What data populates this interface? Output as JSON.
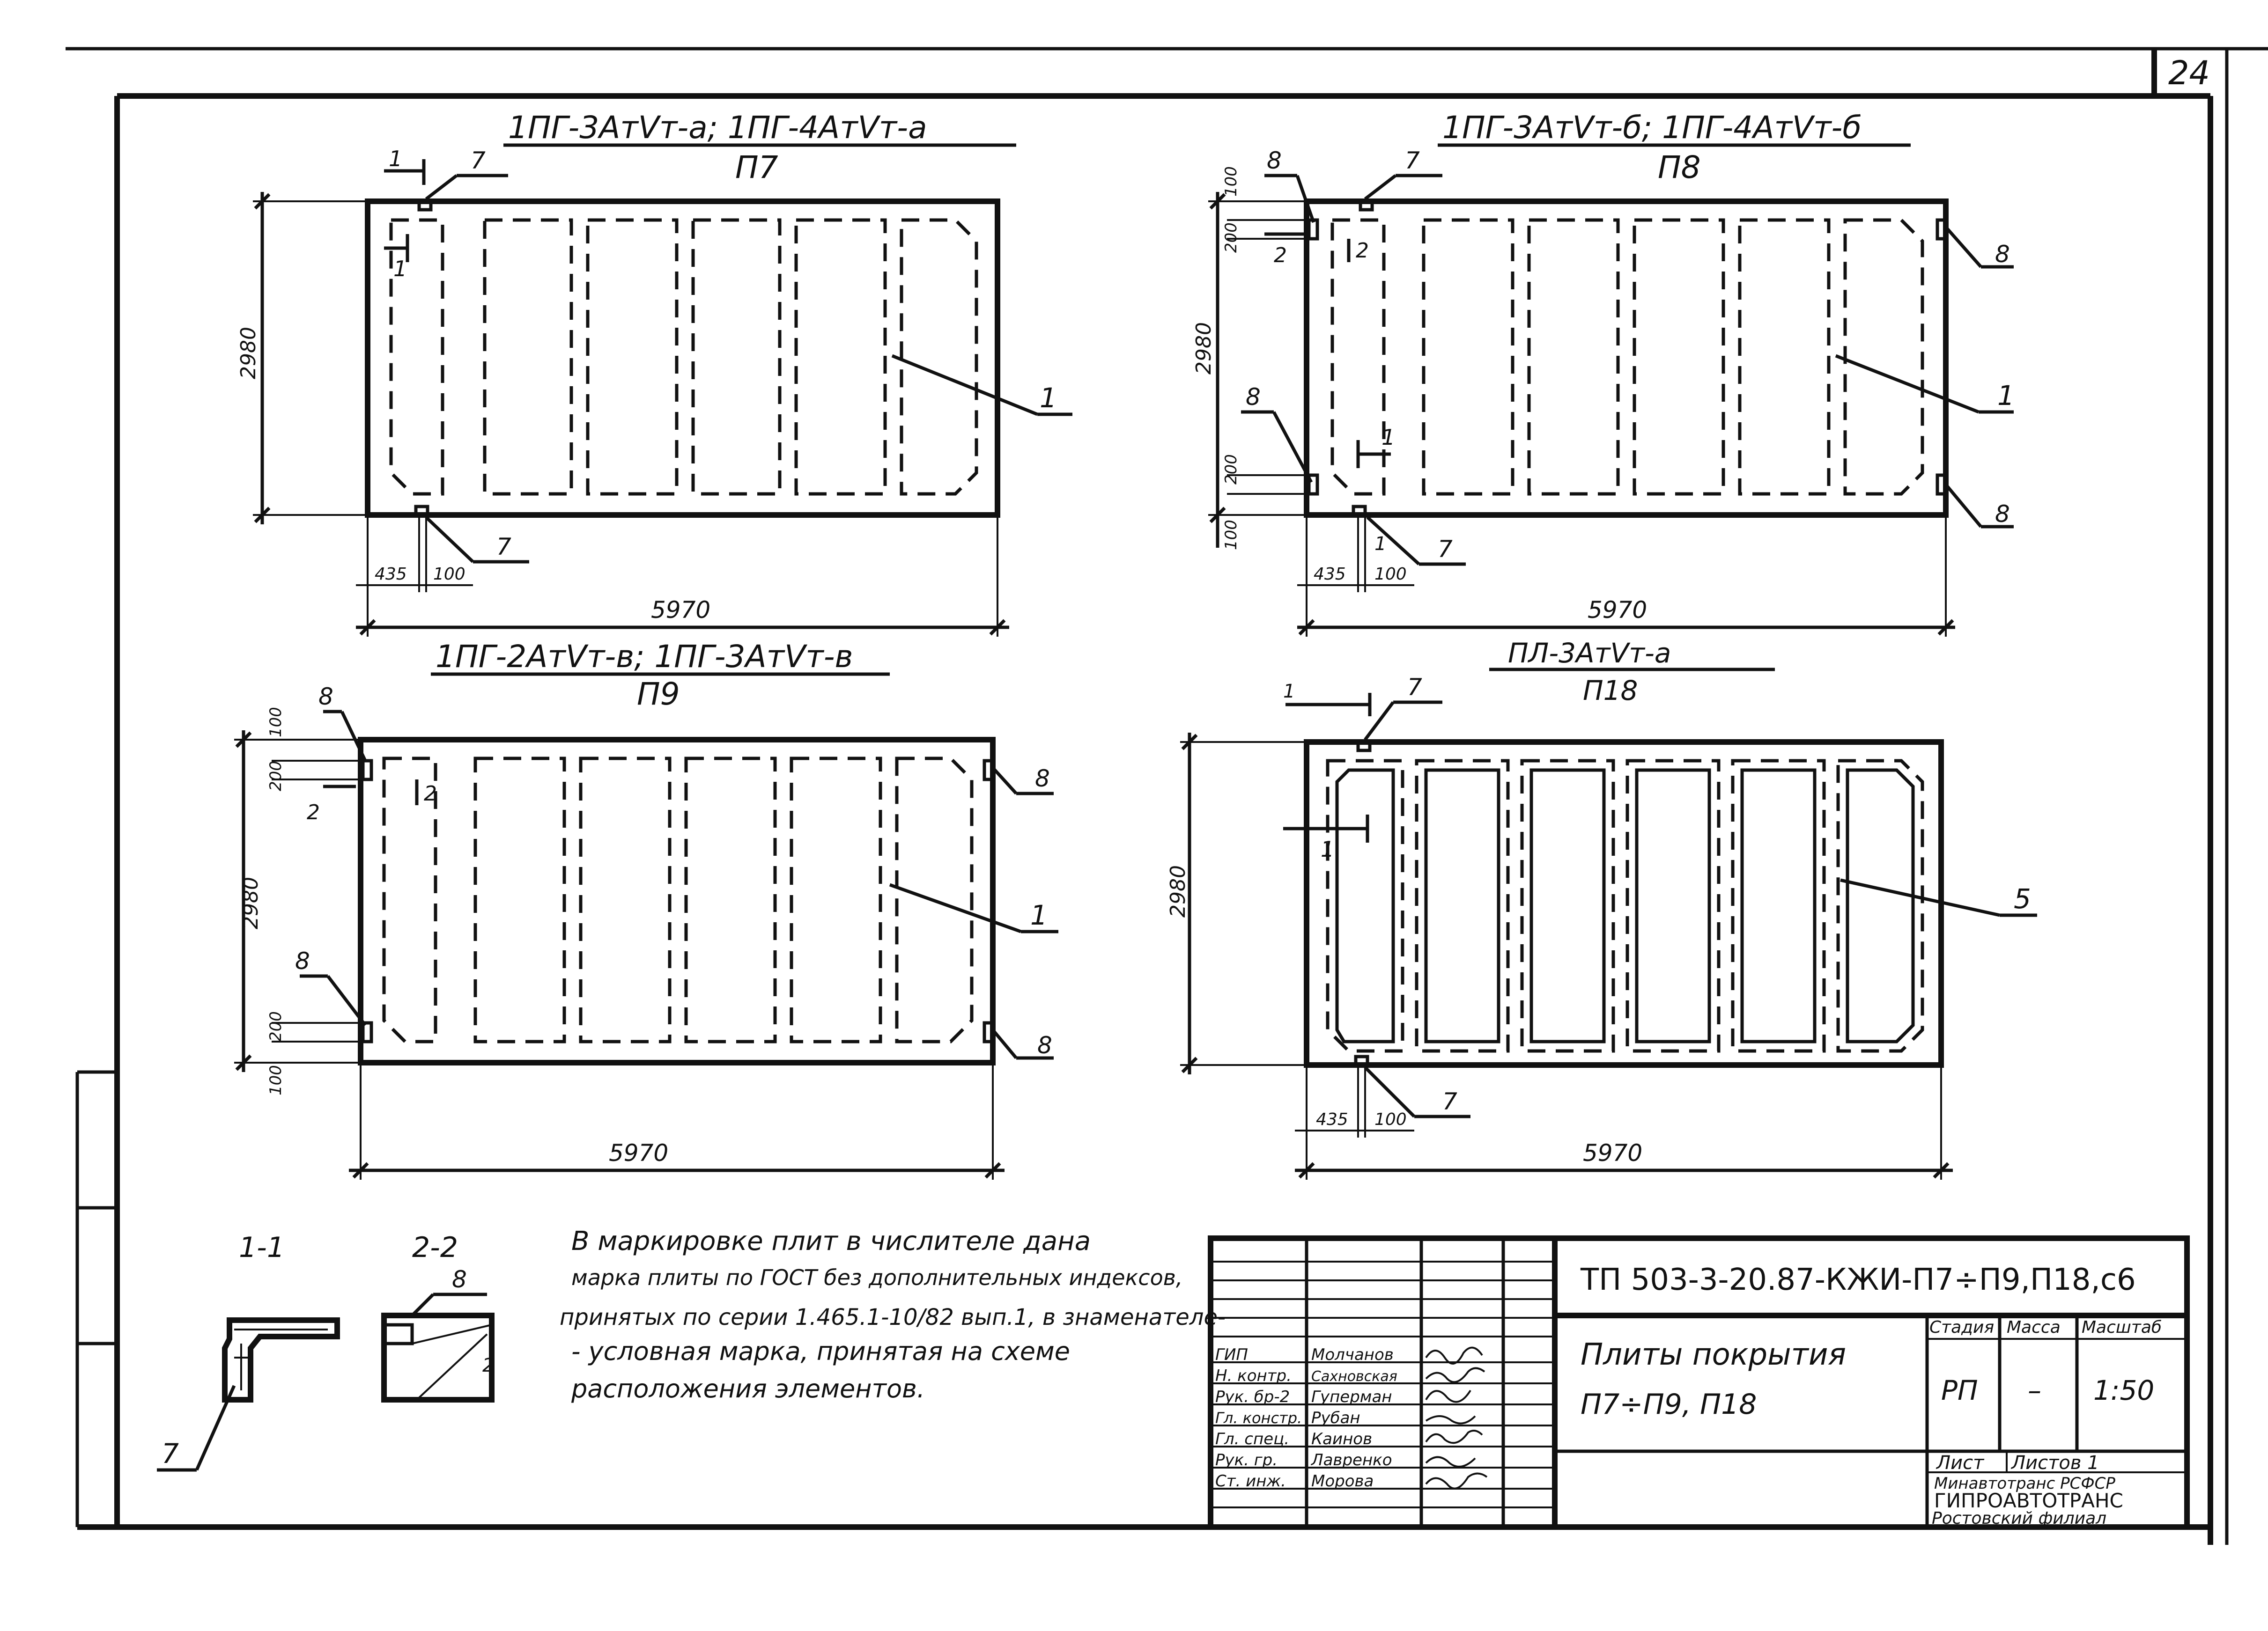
{
  "sheet_number": "24",
  "plates": [
    {
      "title_top": "1ПГ-3АтVт-а;  1ПГ-4АтVт-а",
      "title_bottom": "П7",
      "dim_height": "2980",
      "dim_width": "5970",
      "dim_offset": "435",
      "dim_small": "100",
      "callouts": [
        "1",
        "7",
        "7",
        "1",
        "1"
      ]
    },
    {
      "title_top": "1ПГ-3АтVт-б;  1ПГ-4АтVт-б",
      "title_bottom": "П8",
      "dim_height": "2980",
      "dim_width": "5970",
      "dim_offset": "435",
      "dim_small": "100",
      "dim_edge": "100",
      "dim_step": "200",
      "callouts": [
        "8",
        "7",
        "8",
        "8",
        "8",
        "1",
        "7",
        "1",
        "2",
        "2",
        "1"
      ]
    },
    {
      "title_top": "1ПГ-2АтVт-в;  1ПГ-3АтVт-в",
      "title_bottom": "П9",
      "dim_height": "2980",
      "dim_width": "5970",
      "dim_edge": "100",
      "dim_step": "200",
      "callouts": [
        "8",
        "8",
        "8",
        "8",
        "1",
        "2",
        "2"
      ]
    },
    {
      "title_top": "ПЛ-3АтVт-а",
      "title_bottom": "П18",
      "dim_height": "2980",
      "dim_width": "5970",
      "dim_offset": "435",
      "dim_small": "100",
      "callouts": [
        "7",
        "7",
        "5",
        "1",
        "1"
      ]
    }
  ],
  "sections": {
    "s1_label": "1-1",
    "s1_callout": "7",
    "s2_label": "2-2",
    "s2_callout": "8",
    "s2_side": "2"
  },
  "note_lines": [
    "В маркировке  плит  в числителе  дана",
    "марка плиты по ГОСТ без дополнительных индексов,",
    "принятых по серии 1.465.1-10/82  вып.1,  в знаменателе-",
    "- условная марка, принятая на  схеме",
    "расположения  элементов."
  ],
  "title_block": {
    "doc_code": "ТП 503-3-20.87-КЖИ-П7÷П9,П18,с6",
    "title_line1": "Плиты  покрытия",
    "title_line2": "П7÷П9,  П18",
    "stage_header": "Стадия",
    "mass_header": "Масса",
    "scale_header": "Масштаб",
    "stage": "РП",
    "mass": "–",
    "scale": "1:50",
    "sheet_label": "Лист",
    "sheets_label": "Листов 1",
    "org_line1": "Минавтотранс РСФСР",
    "org_line2": "ГИПРОАВТОТРАНС",
    "org_line3": "Ростовский  филиал",
    "staff": [
      {
        "role": "ГИП",
        "name": "Молчанов"
      },
      {
        "role": "Н. контр.",
        "name": "Сахновская"
      },
      {
        "role": "Рук. бр-2",
        "name": "Гуперман"
      },
      {
        "role": "Гл. констр.",
        "name": "Рубан"
      },
      {
        "role": "Гл. спец.",
        "name": "Каинов"
      },
      {
        "role": "Рук. гр.",
        "name": "Лавренко"
      },
      {
        "role": "Ст. инж.",
        "name": "Морова"
      }
    ]
  }
}
